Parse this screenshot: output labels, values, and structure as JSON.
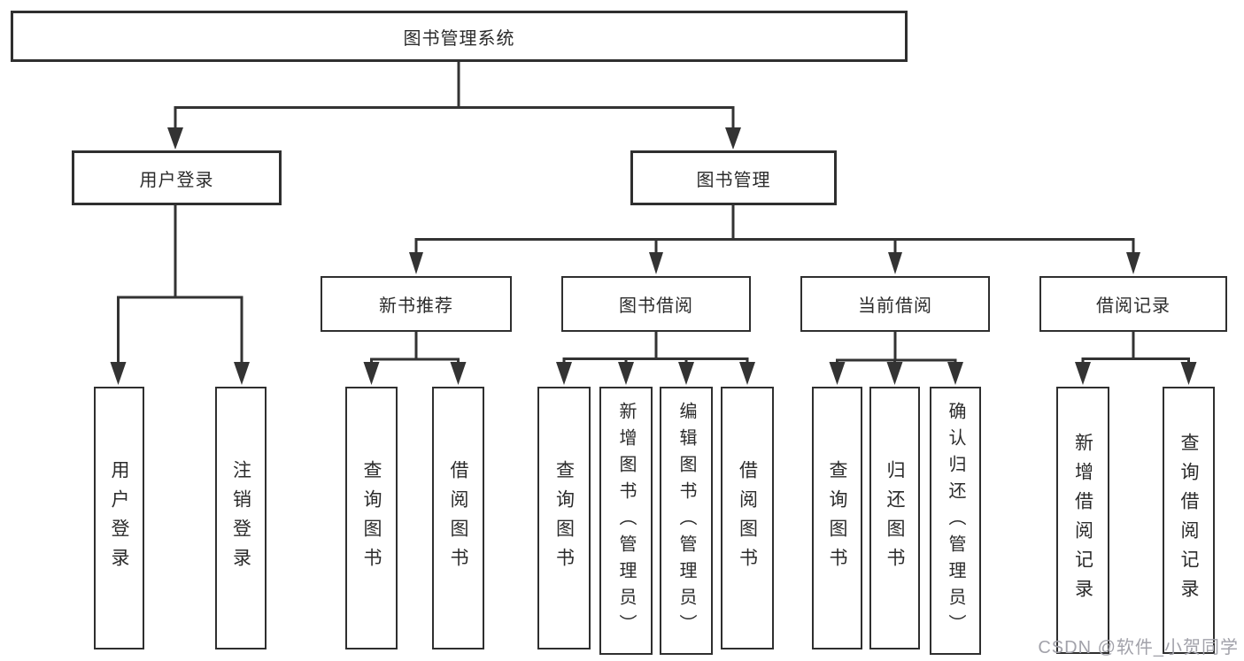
{
  "tree": {
    "root": {
      "label": "图书管理系统",
      "children": [
        {
          "label": "用户登录",
          "children": [
            {
              "label": "用户登录"
            },
            {
              "label": "注销登录"
            }
          ]
        },
        {
          "label": "图书管理",
          "children": [
            {
              "label": "新书推荐",
              "children": [
                {
                  "label": "查询图书"
                },
                {
                  "label": "借阅图书"
                }
              ]
            },
            {
              "label": "图书借阅",
              "children": [
                {
                  "label": "查询图书"
                },
                {
                  "label": "新增图书（管理员）"
                },
                {
                  "label": "编辑图书（管理员）"
                },
                {
                  "label": "借阅图书"
                }
              ]
            },
            {
              "label": "当前借阅",
              "children": [
                {
                  "label": "查询图书"
                },
                {
                  "label": "归还图书"
                },
                {
                  "label": "确认归还（管理员）"
                }
              ]
            },
            {
              "label": "借阅记录",
              "children": [
                {
                  "label": "新增借阅记录"
                },
                {
                  "label": "查询借阅记录"
                }
              ]
            }
          ]
        }
      ]
    }
  },
  "watermark": "CSDN @软件_小贺同学",
  "colors": {
    "line": "#333333",
    "border": "#2f2f2f",
    "background": "#ffffff",
    "watermark": "#a2a2aa"
  }
}
